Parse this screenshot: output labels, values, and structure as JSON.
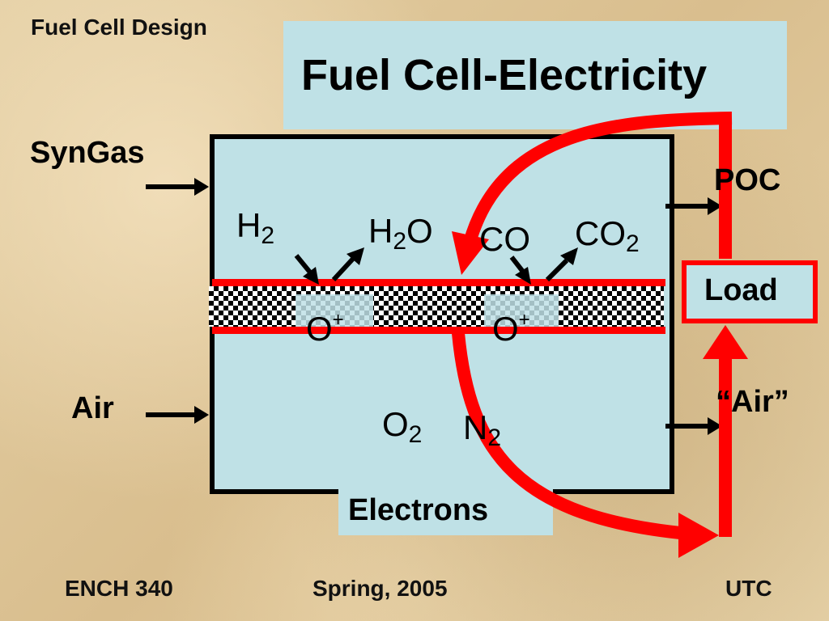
{
  "header": {
    "course_title": "Fuel Cell Design",
    "main_title": "Fuel Cell-Electricity"
  },
  "diagram": {
    "inputs": {
      "syngas": "SynGas",
      "air": "Air"
    },
    "outputs": {
      "poc": "POC",
      "air_out": "“Air”"
    },
    "anode": {
      "h2": {
        "symbol": "H",
        "sub": "2"
      },
      "h2o": {
        "symbol": "H",
        "sub": "2",
        "tail": "O"
      },
      "co": {
        "symbol": "CO"
      },
      "co2": {
        "symbol": "CO",
        "sub": "2"
      }
    },
    "ions": [
      {
        "symbol": "O",
        "sup": "+"
      },
      {
        "symbol": "O",
        "sup": "+"
      }
    ],
    "cathode": {
      "o2": {
        "symbol": "O",
        "sub": "2"
      },
      "n2": {
        "symbol": "N",
        "sub": "2"
      }
    },
    "load_label": "Load",
    "electrons_label": "Electrons",
    "colors": {
      "circuit": "#ff0000",
      "cell_fill": "#bfe1e6",
      "outline": "#000000"
    }
  },
  "footer": {
    "left": "ENCH 340",
    "middle": "Spring, 2005",
    "right": "UTC"
  }
}
